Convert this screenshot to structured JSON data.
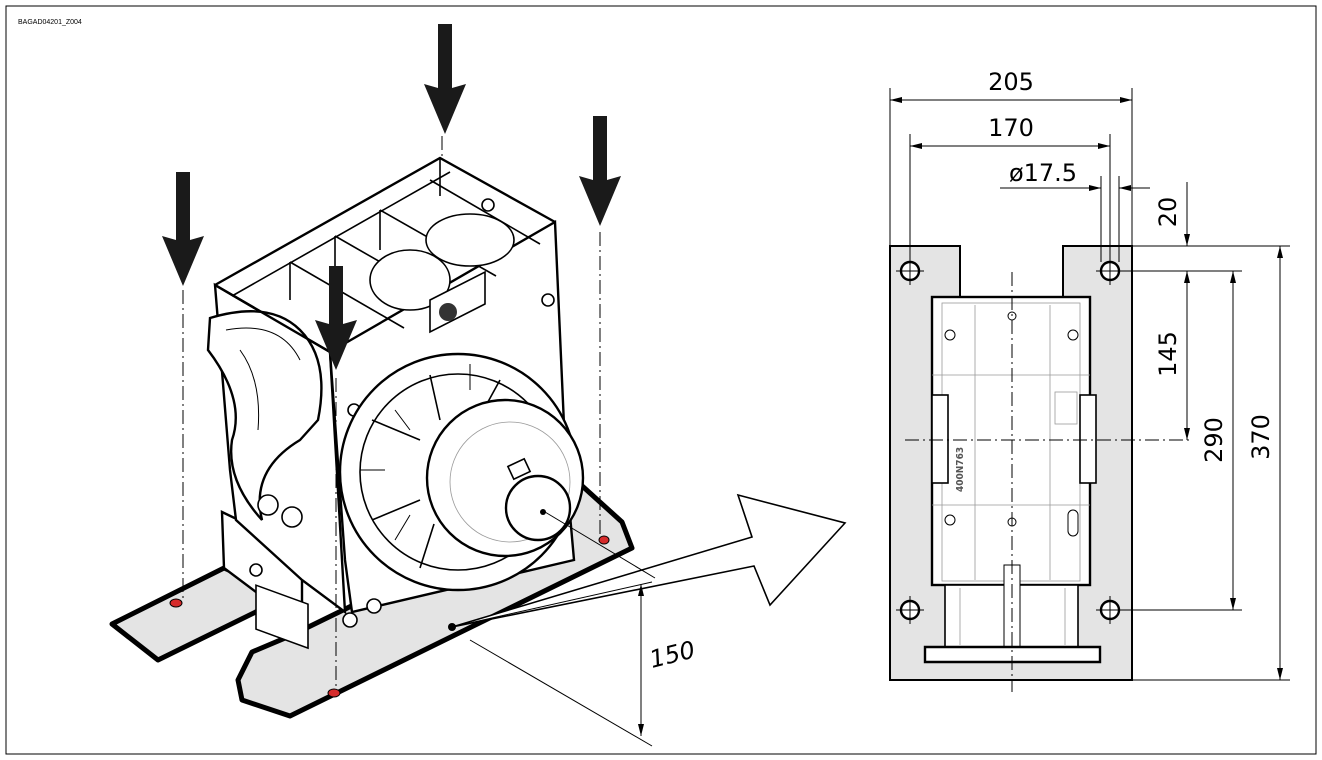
{
  "drawing_code": "BAGAD04201_Z004",
  "dimensions": {
    "width_outer": "205",
    "width_holes": "170",
    "hole_diameter": "ø17.5",
    "hole_edge_offset": "20",
    "hole_to_center": "145",
    "hole_spacing": "290",
    "plate_length": "370",
    "pinion_height": "150"
  },
  "motor_label": "400N763",
  "colors": {
    "plate": "#e4e4e4",
    "arrow": "#1a1a1a",
    "marker": "#d62b2b"
  }
}
